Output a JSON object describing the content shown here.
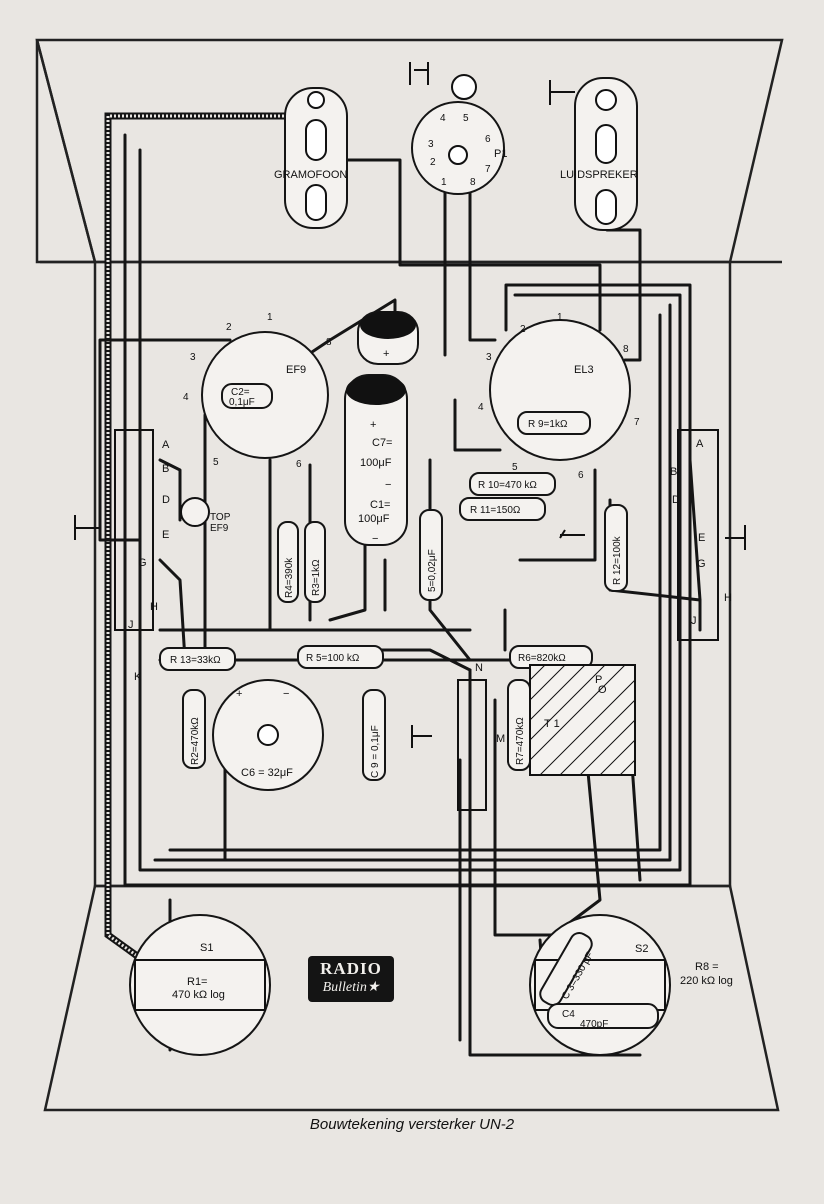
{
  "labels": {
    "gramofoon": "GRAMOFOON",
    "luidspreker": "LUIDSPREKER",
    "p1": "P1",
    "ef9": "EF9",
    "el3": "EL3",
    "top_ef9_1": "TOP",
    "top_ef9_2": "EF9",
    "c2_1": "C2=",
    "c2_2": "0,1μF",
    "c7_1": "C7=",
    "c7_2": "100μF",
    "c1_1": "C1=",
    "c1_2": "100μF",
    "plus": "+",
    "minus": "−",
    "r4": "R4=390k",
    "r3": "R3=1kΩ",
    "r5": "R 5=100 kΩ",
    "r13": "R 13=33kΩ",
    "r2": "R2=470kΩ",
    "r6": "R6=820kΩ",
    "r7": "R7=470kΩ",
    "r9": "R 9=1kΩ",
    "r10": "R 10=470 kΩ",
    "r11": "R 11=150Ω",
    "r12": "R 12=100k",
    "c5": "5=0,02μF",
    "c6": "C6 = 32μF",
    "c9": "C 9 = 0,1μF",
    "t1": "T 1",
    "s1": "S1",
    "s2": "S2",
    "r1_1": "R1=",
    "r1_2": "470 kΩ log",
    "r8_1": "R8 =",
    "r8_2": "220 kΩ log",
    "c3": "C 3=330 pF",
    "c4_1": "C4",
    "c4_2": "470pF",
    "k": "K",
    "m": "M",
    "n": "N",
    "o": "O",
    "p": "P",
    "lug_a": "A",
    "lug_b": "B",
    "lug_d": "D",
    "lug_e": "E",
    "lug_g": "G",
    "lug_h": "H",
    "lug_j": "J"
  },
  "pins": {
    "ef9": [
      "1",
      "2",
      "3",
      "4",
      "5",
      "6",
      "8"
    ],
    "el3": [
      "1",
      "2",
      "3",
      "4",
      "5",
      "6",
      "7",
      "8"
    ],
    "p1": [
      "1",
      "2",
      "3",
      "4",
      "5",
      "6",
      "7",
      "8"
    ]
  },
  "logo": {
    "line1": "RADIO",
    "line2": "Bulletin★"
  },
  "caption": "Bouwtekening versterker UN-2"
}
